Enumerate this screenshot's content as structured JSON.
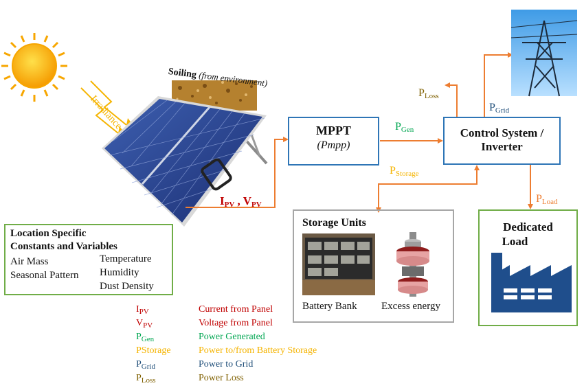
{
  "irradiance_label": "Irradiance",
  "soiling": {
    "label": "Soiling",
    "note": "(from environment)"
  },
  "panel_output": {
    "i": "I",
    "i_sub": "PV",
    "sep": " , ",
    "v": "V",
    "v_sub": "PV"
  },
  "mppt": {
    "title": "MPPT",
    "subtitle": "(Pmpp)"
  },
  "control": {
    "line1": "Control System /",
    "line2": "Inverter"
  },
  "p_gen": {
    "main": "P",
    "sub": "Gen"
  },
  "p_loss": {
    "main": "P",
    "sub": "Loss"
  },
  "p_grid": {
    "main": "P",
    "sub": "Grid"
  },
  "p_storage": {
    "main": "P",
    "sub": "Storage"
  },
  "p_load": {
    "main": "P",
    "sub": "Load"
  },
  "location": {
    "title1": "Location Specific",
    "title2": "Constants and Variables",
    "left": [
      "Air Mass",
      "Seasonal Pattern"
    ],
    "right": [
      "Temperature",
      "Humidity",
      "Dust Density"
    ]
  },
  "storage": {
    "title": "Storage Units",
    "battery": "Battery Bank",
    "excess": "Excess energy"
  },
  "load": {
    "line1": "Dedicated",
    "line2": "Load"
  },
  "legend": [
    {
      "sym": "I",
      "sub": "PV",
      "desc": "Current from Panel",
      "color": "#c00000"
    },
    {
      "sym": "V",
      "sub": "PV",
      "desc": "Voltage from Panel",
      "color": "#c00000"
    },
    {
      "sym": "P",
      "sub": "Gen",
      "desc": "Power Generated",
      "color": "#00a651"
    },
    {
      "sym": "PStorage",
      "sub": "",
      "desc": "Power to/from Battery Storage",
      "color": "#f5b400"
    },
    {
      "sym": "P",
      "sub": "Grid",
      "desc": "Power to Grid",
      "color": "#1f4e79"
    },
    {
      "sym": "P",
      "sub": "Loss",
      "desc": "Power Loss",
      "color": "#7f6000"
    }
  ],
  "colors": {
    "arrow": "#ed7d31",
    "blue_border": "#2e75b6",
    "green_border": "#70ad47",
    "gray_border": "#a6a6a6",
    "gen": "#00a651",
    "storage": "#f5b400",
    "loss": "#7f6000",
    "grid": "#1f4e79",
    "current": "#c00000"
  }
}
